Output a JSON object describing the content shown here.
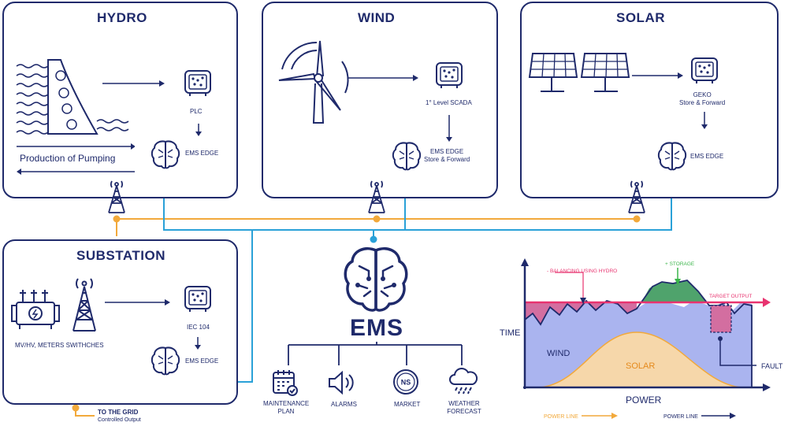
{
  "colors": {
    "navy": "#1f2a6b",
    "power_line": "#f2a93b",
    "data_line": "#2aa1d8",
    "hydro_fill": "#d36ea0",
    "storage_fill": "#4fa36c",
    "wind_fill": "#aab4ef",
    "solar_fill": "#f6d7aa",
    "target_arrow": "#e8336f"
  },
  "hydro": {
    "title": "HYDRO",
    "plc_label": "PLC",
    "ems_edge_label": "EMS EDGE",
    "pumping_label": "Production of Pumping"
  },
  "wind": {
    "title": "WIND",
    "scada_label": "1° Level SCADA",
    "ems_edge_line1": "EMS EDGE",
    "ems_edge_line2": "Store & Forward"
  },
  "solar": {
    "title": "SOLAR",
    "geko_line1": "GEKO",
    "geko_line2": "Store & Forward",
    "ems_edge_label": "EMS EDGE"
  },
  "substation": {
    "title": "SUBSTATION",
    "equipment_label": "MV/HV, METERS SWITHCHES",
    "iec_label": "IEC 104",
    "ems_edge_label": "EMS EDGE"
  },
  "grid": {
    "title": "TO THE GRID",
    "subtitle": "Controlled Output"
  },
  "ems": {
    "title": "EMS",
    "services": [
      {
        "line1": "MAINTENANCE",
        "line2": "PLAN",
        "icon": "calendar-icon"
      },
      {
        "line1": "ALARMS",
        "line2": "",
        "icon": "speaker-icon"
      },
      {
        "line1": "MARKET",
        "line2": "",
        "icon": "ns-market-icon"
      },
      {
        "line1": "WEATHER",
        "line2": "FORECAST",
        "icon": "cloud-rain-icon"
      }
    ]
  },
  "chart": {
    "y_axis_label": "TIME",
    "x_axis_label": "POWER",
    "balancing_label": "- BALANCING USING HYDRO",
    "storage_label": "+ STORAGE",
    "target_label": "TARGET OUTPUT",
    "wind_label": "WIND",
    "solar_label": "SOLAR",
    "fault_label": "FAULT"
  },
  "legend": {
    "power_line_orange": "POWER LINE",
    "power_line_navy": "POWER LINE"
  }
}
